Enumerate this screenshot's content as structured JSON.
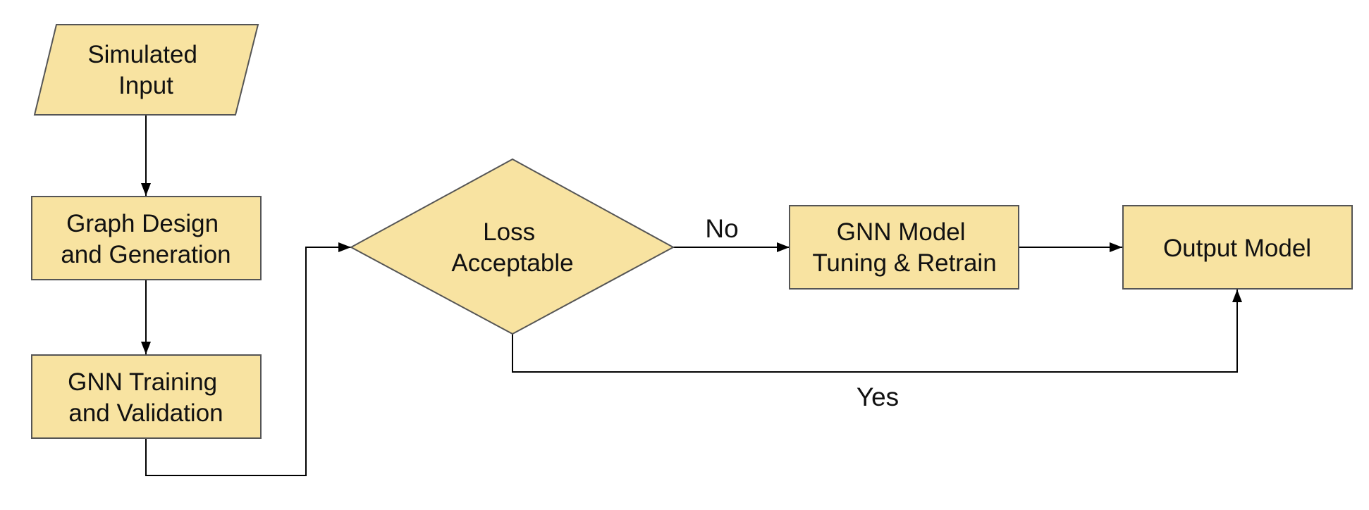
{
  "colors": {
    "node_fill": "#f8e3a1",
    "node_stroke": "#555555",
    "edge": "#000000",
    "background": "#ffffff"
  },
  "nodes": {
    "simulated_input": {
      "shape": "parallelogram",
      "lines": [
        "Simulated",
        "Input"
      ]
    },
    "graph_design": {
      "shape": "rectangle",
      "lines": [
        "Graph Design",
        "and Generation"
      ]
    },
    "gnn_training": {
      "shape": "rectangle",
      "lines": [
        "GNN Training",
        "and Validation"
      ]
    },
    "loss_acceptable": {
      "shape": "diamond",
      "lines": [
        "Loss",
        "Acceptable"
      ]
    },
    "gnn_tuning": {
      "shape": "rectangle",
      "lines": [
        "GNN Model",
        "Tuning & Retrain"
      ]
    },
    "output_model": {
      "shape": "rectangle",
      "lines": [
        "Output Model"
      ]
    }
  },
  "edges": {
    "input_to_graph": {
      "from": "simulated_input",
      "to": "graph_design"
    },
    "graph_to_training": {
      "from": "graph_design",
      "to": "gnn_training"
    },
    "training_to_loss": {
      "from": "gnn_training",
      "to": "loss_acceptable"
    },
    "loss_no": {
      "from": "loss_acceptable",
      "to": "gnn_tuning",
      "label": "No"
    },
    "tuning_to_output": {
      "from": "gnn_tuning",
      "to": "output_model"
    },
    "loss_yes": {
      "from": "loss_acceptable",
      "to": "output_model",
      "label": "Yes"
    }
  }
}
